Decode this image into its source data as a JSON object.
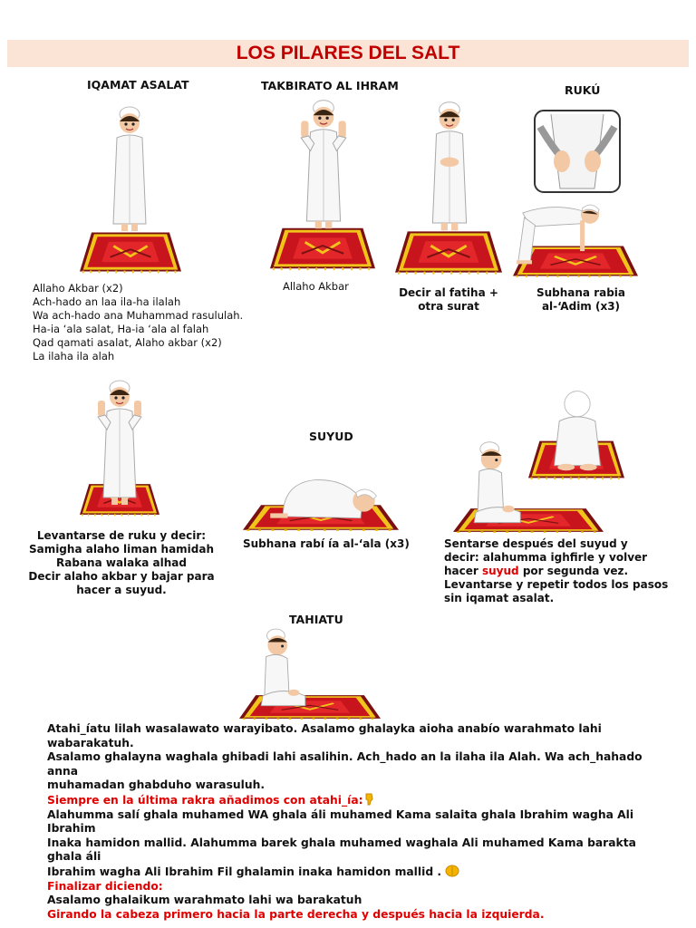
{
  "title": "LOS PILARES DEL SALT",
  "steps": {
    "iqamat": {
      "heading": "IQAMAT ASALAT",
      "lines": [
        "Allaho Akbar (x2)",
        "Ach-hado an laa ila-ha ilalah",
        "Wa ach-hado ana Muhammad rasululah.",
        "Ha-ia ‘ala salat, Ha-ia ‘ala al falah",
        "Qad qamati asalat, Alaho akbar (x2)",
        "La ilaha ila alah"
      ]
    },
    "takbirato": {
      "heading": "TAKBIRATO AL IHRAM",
      "caption1": "Allaho Akbar",
      "caption2_line1": "Decir al fatiha +",
      "caption2_line2": "otra surat"
    },
    "ruku": {
      "heading": "RUKÚ",
      "caption_line1": "Subhana rabia",
      "caption_line2": "al-‘Adim (x3)"
    },
    "levantarse": {
      "lines": [
        "Levantarse de ruku y decir:",
        "Samigha alaho liman hamidah",
        "Rabana walaka alhad",
        "Decir alaho akbar y bajar para",
        "hacer a suyud."
      ]
    },
    "suyud": {
      "heading": "SUYUD",
      "caption": "Subhana rabí ía al-‘ala (x3)"
    },
    "sentarse": {
      "line1": "Sentarse después del suyud y",
      "line2": "decir: alahumma ighfirle y volver",
      "line3_pre": "hacer ",
      "line3_red": "suyud",
      "line3_post": " por segunda vez.",
      "line4": "Levantarse y repetir todos los pasos",
      "line5": "sin iqamat asalat."
    },
    "tahiatu": {
      "heading": "TAHIATU"
    }
  },
  "bottom": {
    "p1_l1": "Atahi_íatu lilah wasalawato warayibato. Asalamo ghalayka aioha anabío warahmato lahi wabarakatuh.",
    "p1_l2": "Asalamo ghalayna waghala ghibadi lahi asalihin. Ach_hado an la ilaha ila Alah. Wa ach_hahado anna",
    "p1_l3": "muhamadan ghabduho warasuluh.",
    "red1": "Siempre en la última rakra añadimos con atahi_ía:",
    "p2_l1": "Alahumma salí ghala muhamed WA ghala áli muhamed Kama salaita ghala Ibrahim wagha Ali Ibrahim",
    "p2_l2": "Inaka  hamidon mallid. Alahumma barek ghala muhamed waghala Ali muhamed Kama barakta ghala áli",
    "p2_l3": "Ibrahim wagha Ali Ibrahim  Fil ghalamin inaka hamidon mallid .",
    "red2": "Finalizar diciendo:",
    "p3": "Asalamo ghalaikum warahmato lahi wa barakatuh",
    "red3": "Girando la cabeza primero hacia la parte derecha y después hacia la izquierda."
  },
  "colors": {
    "title_bg": "#fbe4d5",
    "title_text": "#c00000",
    "red_text": "#e00000",
    "rug_red": "#c8141c",
    "rug_gold": "#f2c41b"
  }
}
